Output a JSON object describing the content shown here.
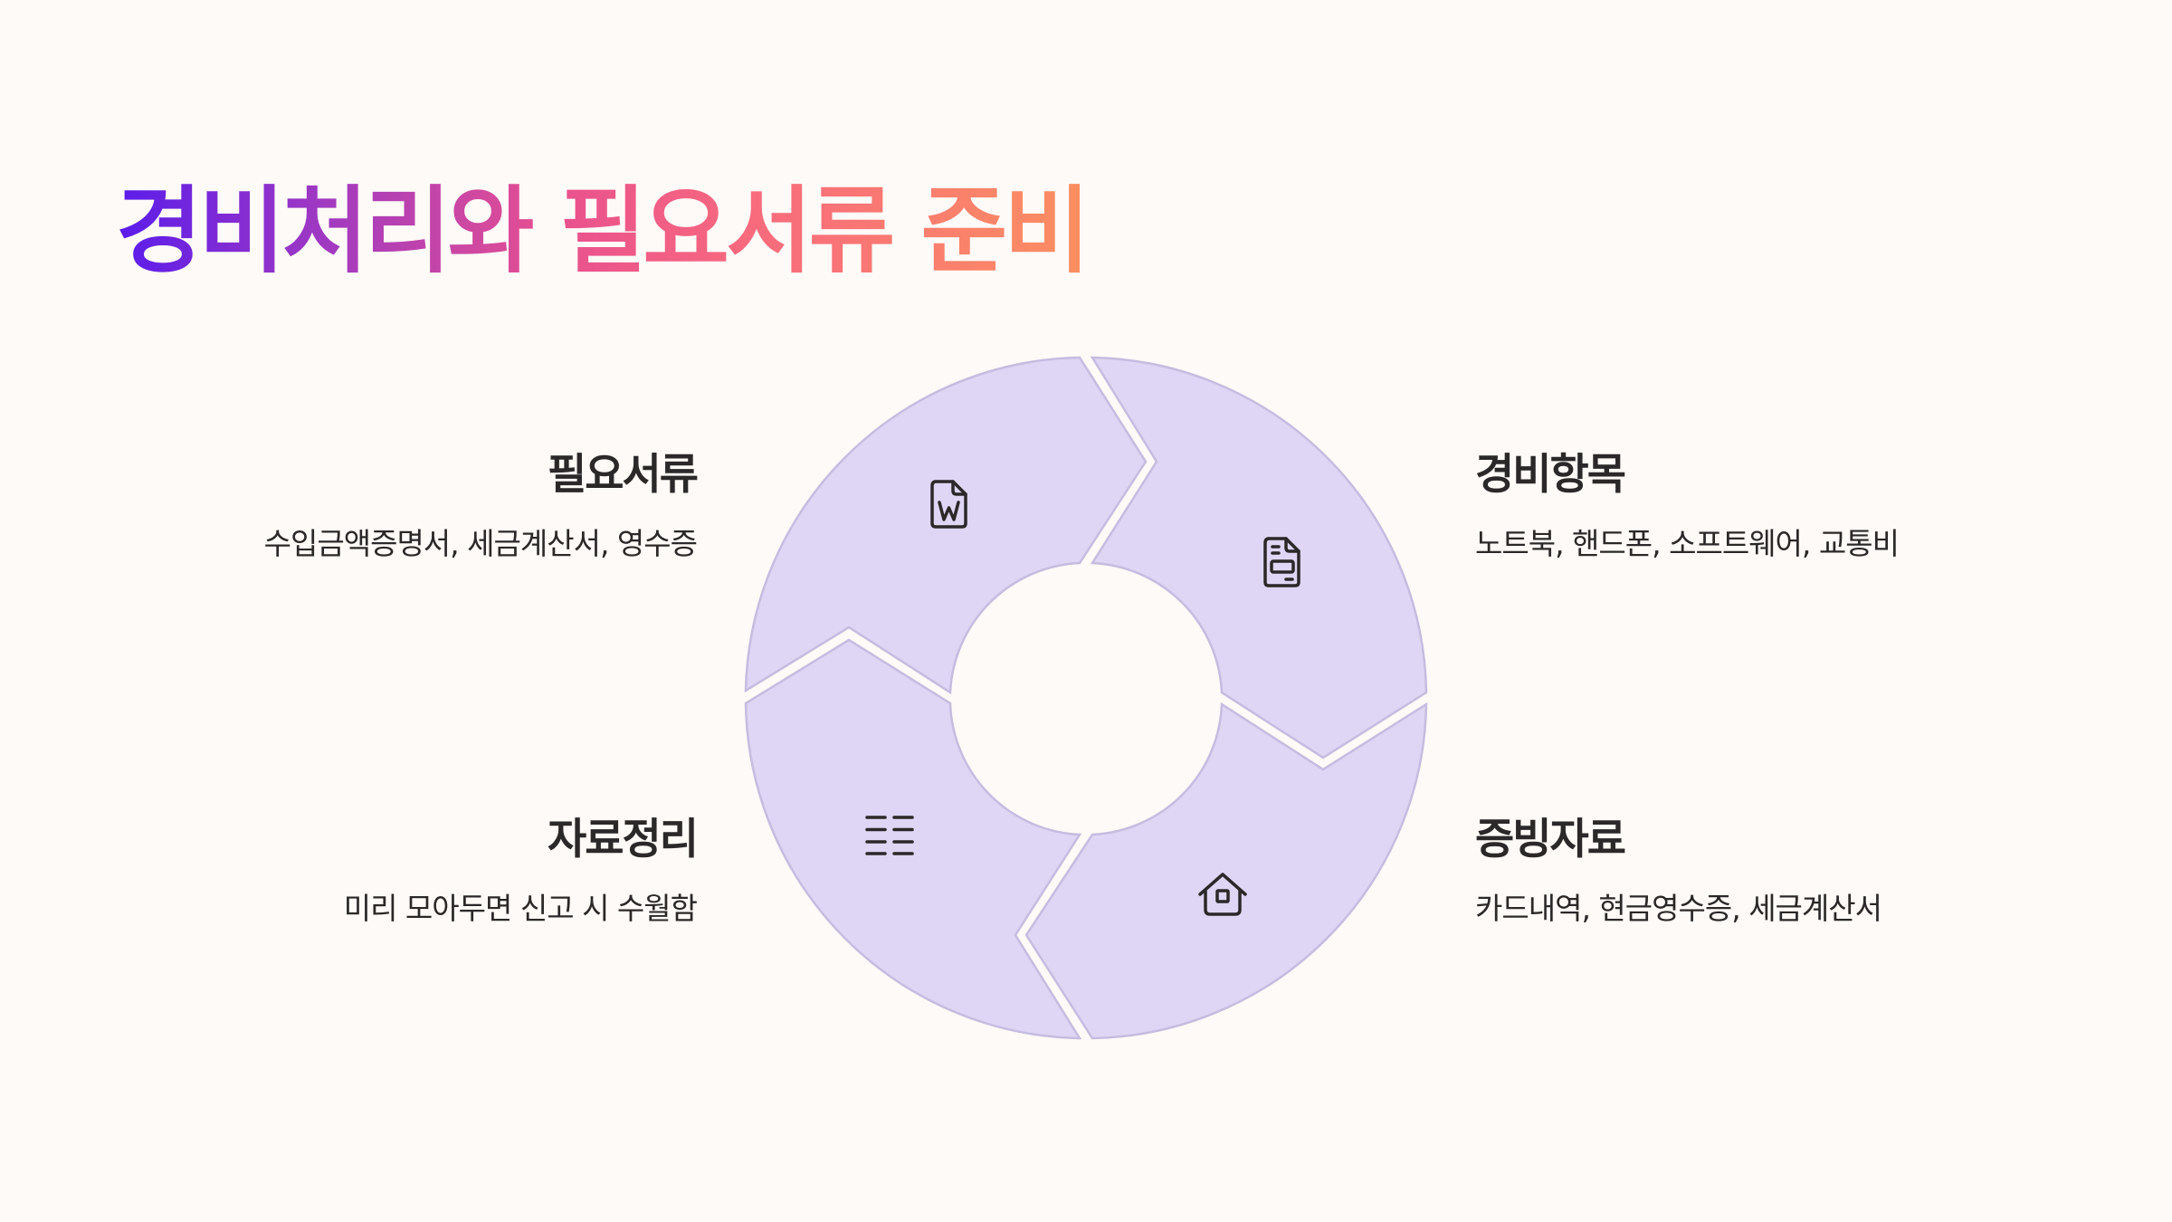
{
  "title": "경비처리와 필요서류 준비",
  "colors": {
    "background": "#FDFAF7",
    "segment_fill": "#DED6F4",
    "segment_stroke": "#C5BCE0",
    "text": "#2A2828",
    "title_gradient": [
      "#5A1CEB",
      "#E8508F",
      "#FB8F60"
    ]
  },
  "cycle": {
    "direction": "clockwise",
    "segments": [
      {
        "position": "top-left",
        "icon": "word-document-icon",
        "title": "필요서류",
        "description": "수입금액증명서, 세금계산서, 영수증"
      },
      {
        "position": "top-right",
        "icon": "invoice-document-icon",
        "title": "경비항목",
        "description": "노트북, 핸드폰, 소프트웨어, 교통비"
      },
      {
        "position": "bottom-right",
        "icon": "house-icon",
        "title": "증빙자료",
        "description": "카드내역, 현금영수증, 세금계산서"
      },
      {
        "position": "bottom-left",
        "icon": "list-columns-icon",
        "title": "자료정리",
        "description": "미리 모아두면 신고 시 수월함"
      }
    ]
  }
}
